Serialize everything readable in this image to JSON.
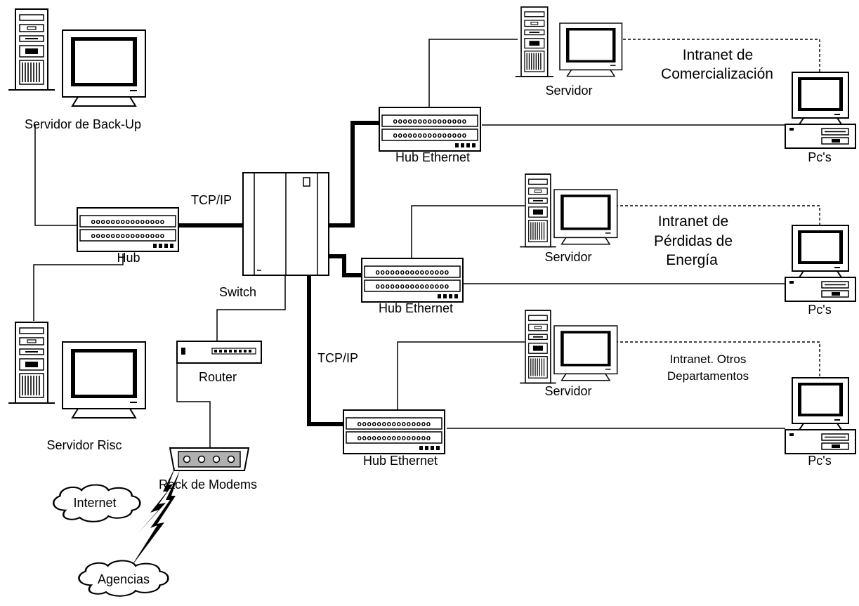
{
  "colors": {
    "line": "#000000",
    "panel": "#ffffff",
    "modem_panel": "#b0b0b0"
  },
  "labels": {
    "backup_server": "Servidor de Back-Up",
    "hub": "Hub",
    "risc_server": "Servidor Risc",
    "switch": "Switch",
    "router": "Router",
    "modem_rack": "Rack de Modems",
    "internet": "Internet",
    "agencias": "Agencias",
    "tcpip_top": "TCP/IP",
    "tcpip_bottom": "TCP/IP",
    "hub_ethernet_1": "Hub Ethernet",
    "hub_ethernet_2": "Hub Ethernet",
    "hub_ethernet_3": "Hub Ethernet",
    "servidor_1": "Servidor",
    "servidor_2": "Servidor",
    "servidor_3": "Servidor",
    "pcs_1": "Pc's",
    "pcs_2": "Pc's",
    "pcs_3": "Pc's",
    "intranet_1_line1": "Intranet de",
    "intranet_1_line2": "Comercialización",
    "intranet_2_line1": "Intranet de",
    "intranet_2_line2": "Pérdidas de",
    "intranet_2_line3": "Energía",
    "intranet_3_line1": "Intranet. Otros",
    "intranet_3_line2": "Departamentos"
  },
  "icons": {
    "backup_server": "server-tower-icon",
    "risc_server": "server-tower-icon",
    "hub": "hub-icon",
    "switch": "switch-cabinet-icon",
    "router": "router-icon",
    "modem_rack": "modem-rack-icon",
    "cloud": "cloud-icon",
    "pc": "desktop-pc-icon"
  }
}
